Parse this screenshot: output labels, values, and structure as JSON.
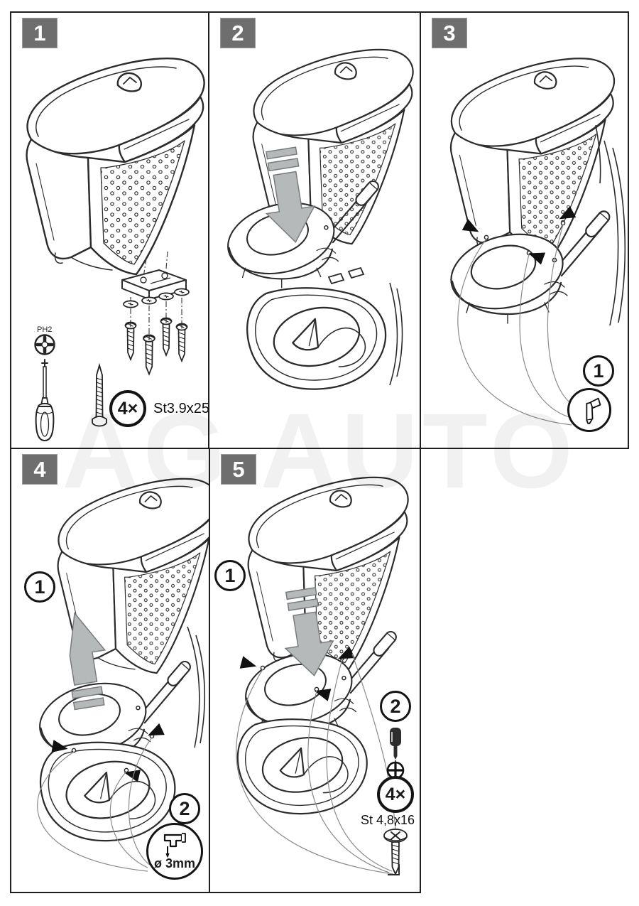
{
  "watermark": "AG AUTO",
  "colors": {
    "line": "#2b2b2b",
    "badge_bg": "#6e6e6e",
    "arrow_fill": "#b5b9ba",
    "arrow_stroke": "#787c7e",
    "watermark": "rgba(0,0,0,0.055)"
  },
  "icons": {
    "phillips_bit": "⊕",
    "screwdriver": "🪛",
    "screw": "🔩",
    "washer": "◎",
    "down_arrow": "⬇",
    "up_arrow": "⬆",
    "callout_arrow": "➤",
    "marker_pen": "✎",
    "drill": "⎾"
  },
  "panels": {
    "p1": {
      "number": "1",
      "screwdriver_label": "PH2",
      "qty_badge": "4×",
      "screw_spec": "St3.9x25"
    },
    "p2": {
      "number": "2"
    },
    "p3": {
      "number": "3",
      "step_callout": "1"
    },
    "p4": {
      "number": "4",
      "step_callout": "1",
      "detail_callout": "2",
      "drill_spec": "ø 3mm"
    },
    "p5": {
      "number": "5",
      "step_callout": "1",
      "detail_callout": "2",
      "qty_badge": "4×",
      "screw_spec": "St 4,8x16"
    }
  }
}
